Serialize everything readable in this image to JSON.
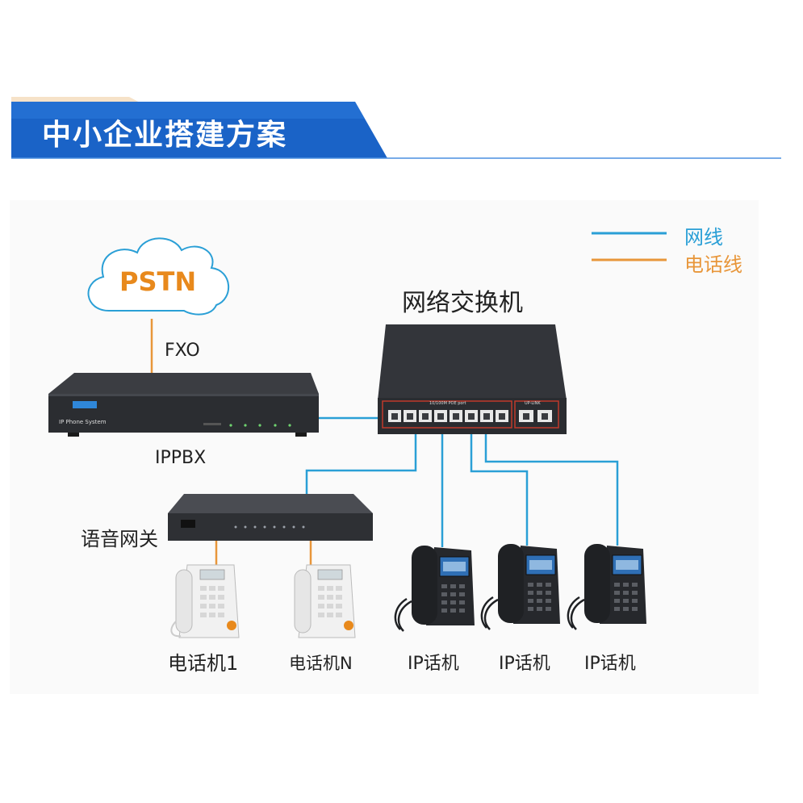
{
  "header": {
    "title": "中小企业搭建方案"
  },
  "legend": {
    "network": {
      "label": "网线",
      "color": "#2a9fd6"
    },
    "phone": {
      "label": "电话线",
      "color": "#e8963a"
    }
  },
  "nodes": {
    "pstn": "PSTN",
    "fxo": "FXO",
    "switch": "网络交换机",
    "ippbx": "IPPBX",
    "ippbx_brand": "IP Phone System",
    "switch_port_label": "10/100M POE port",
    "switch_uplink_label": "UP-LINK",
    "gateway": "语音网关",
    "phone1": "电话机1",
    "phoneN": "电话机N",
    "ipphones": [
      "IP话机",
      "IP话机",
      "IP话机"
    ]
  },
  "colors": {
    "banner_blue": "#1a63c7",
    "pstn_orange": "#e8891c",
    "device_dark": "#2b2d31"
  }
}
